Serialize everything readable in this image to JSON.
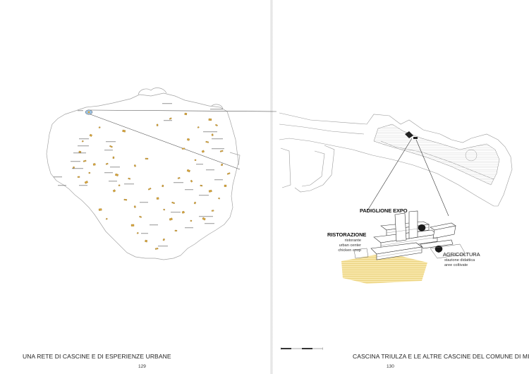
{
  "left_page": {
    "caption": "UNA RETE DI CASCINE E DI ESPERIENZE URBANE",
    "page_number": "129"
  },
  "right_page": {
    "caption": "CASCINA TRIULZA E LE ALTRE CASCINE DEL COMUNE DI MILANO",
    "page_number": "130",
    "labels": {
      "pavilion": "PADIGLIONE EXPO",
      "restaurant_title": "RISTORAZIONE",
      "restaurant_lines": [
        "ristorante",
        "urban center",
        "chicken coop"
      ],
      "agriculture_title": "AGRICOLTURA",
      "agriculture_lines": [
        "stazione didattica",
        "aree coltivate"
      ]
    }
  },
  "colors": {
    "map_line": "#9a9a9a",
    "farm_marker": "#d9a53a",
    "field_fill": "#f6e3a0",
    "ink": "#222222"
  }
}
